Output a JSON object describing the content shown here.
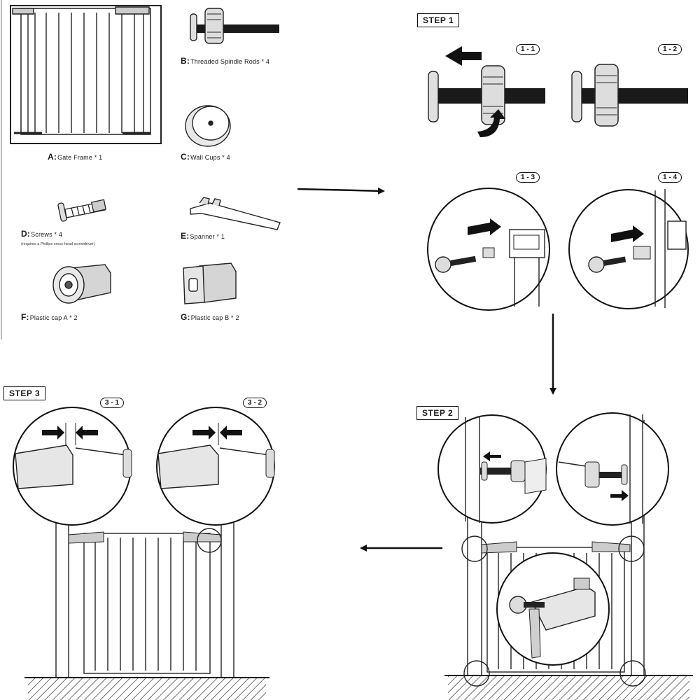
{
  "parts": {
    "a": {
      "key": "A:",
      "text": "Gate Frame * 1"
    },
    "b": {
      "key": "B:",
      "text": "Threaded Spindle Rods * 4"
    },
    "c": {
      "key": "C:",
      "text": "Wall Cups * 4"
    },
    "d": {
      "key": "D:",
      "text": "Screws  * 4",
      "note": "(requires a Phillips cross-head screwdriver)"
    },
    "e": {
      "key": "E:",
      "text": "Spanner * 1"
    },
    "f": {
      "key": "F:",
      "text": "Plastic cap A  * 2"
    },
    "g": {
      "key": "G:",
      "text": "Plastic cap B * 2"
    }
  },
  "steps": {
    "step1": "STEP 1",
    "step2": "STEP 2",
    "step3": "STEP 3"
  },
  "substeps": {
    "s1_1": "1 - 1",
    "s1_2": "1 - 2",
    "s1_3": "1 - 3",
    "s1_4": "1 - 4",
    "s3_1": "3 - 1",
    "s3_2": "3 - 2"
  }
}
